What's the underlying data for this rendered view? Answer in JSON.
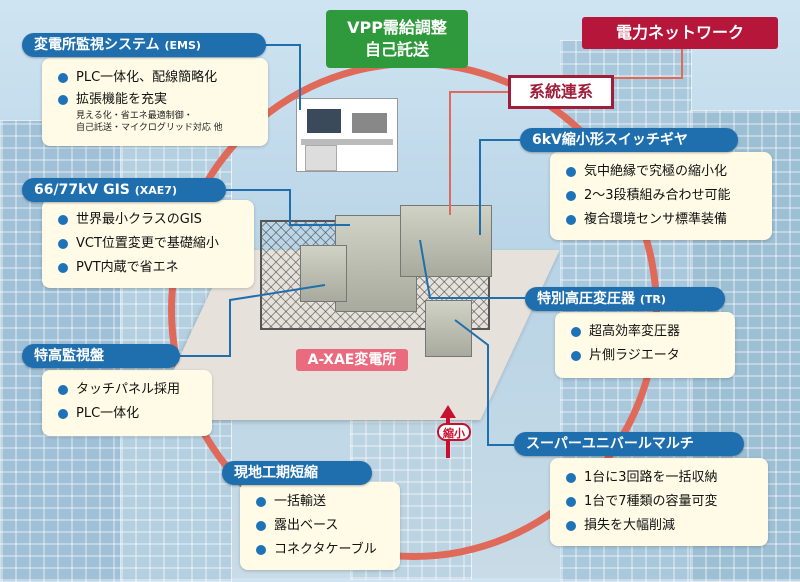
{
  "ems": {
    "title": "変電所監視システム",
    "title_suffix": "(EMS)",
    "items": [
      "PLC一体化、配線簡略化",
      "拡張機能を充実"
    ],
    "sub_lines": [
      "見える化・省エネ最適制御・",
      "自己託送・マイクログリッド対応 他"
    ]
  },
  "gis": {
    "title": "66/77kV GIS",
    "title_suffix": "(XAE7)",
    "items": [
      "世界最小クラスのGIS",
      "VCT位置変更で基礎縮小",
      "PVT内蔵で省エネ"
    ]
  },
  "panel": {
    "title": "特高監視盤",
    "items": [
      "タッチパネル採用",
      "PLC一体化"
    ]
  },
  "field": {
    "title": "現地工期短縮",
    "items": [
      "一括輸送",
      "露出ベース",
      "コネクタケーブル"
    ]
  },
  "switchgear": {
    "title": "6kV縮小形スイッチギヤ",
    "items": [
      "気中絶縁で究極の縮小化",
      "2～3段積組み合わせ可能",
      "複合環境センサ標準装備"
    ]
  },
  "transformer": {
    "title": "特別高圧変圧器",
    "title_suffix": "(TR)",
    "items": [
      "超高効率変圧器",
      "片側ラジエータ"
    ]
  },
  "multi": {
    "title": "スーパーユニバールマルチ",
    "items": [
      "1台に3回路を一括収納",
      "1台で7種類の容量可変",
      "損失を大幅削減"
    ]
  },
  "vpp": {
    "line1": "VPP需給調整",
    "line2": "自己託送"
  },
  "network": "電力ネットワーク",
  "grid_link": "系統連系",
  "site": "A-XAE変電所",
  "shrink": "縮小",
  "colors": {
    "title_blue": "#1f6fae",
    "ring": "#e06a5a",
    "accent_red": "#a01e3a",
    "vpp_green": "#2f9a3c"
  }
}
